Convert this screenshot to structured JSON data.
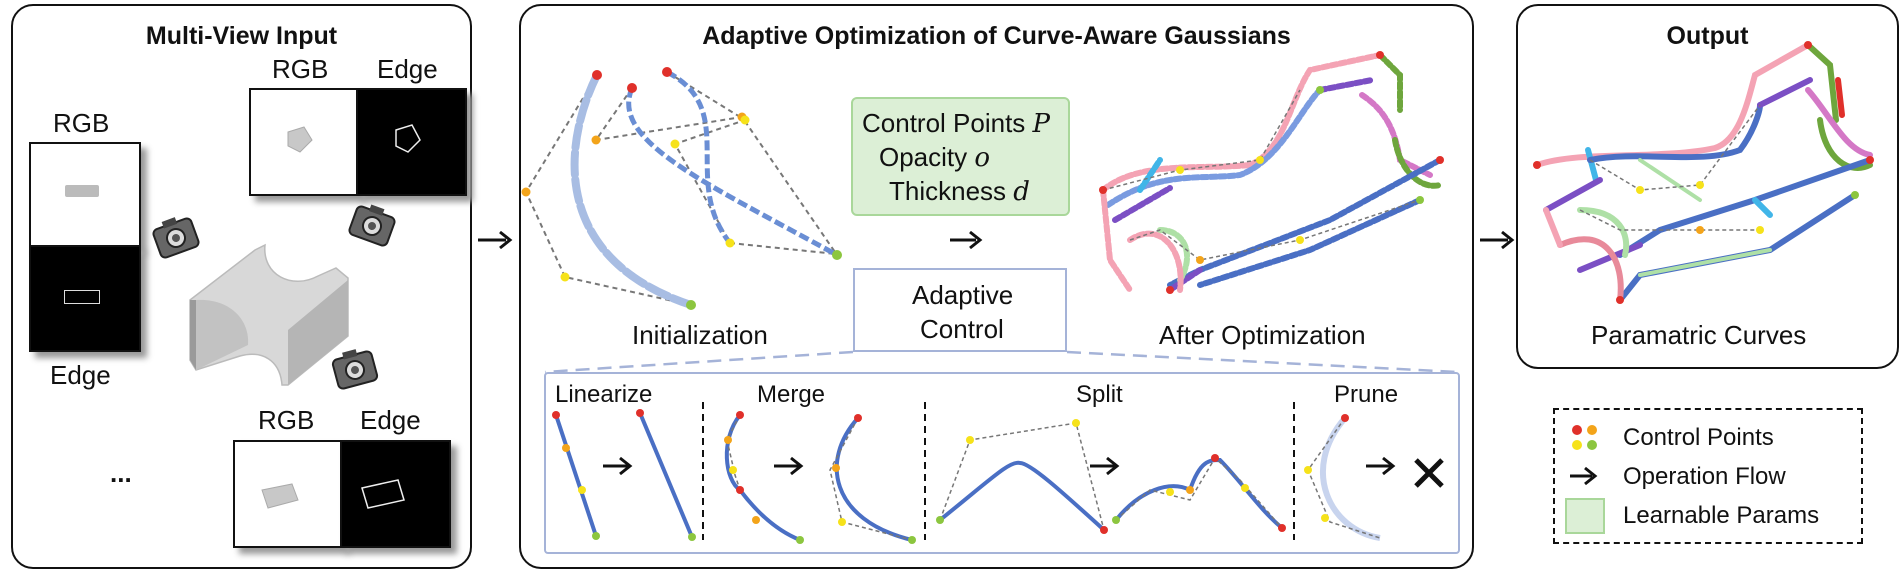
{
  "panels": {
    "input": {
      "title": "Multi-View Input"
    },
    "optimization": {
      "title": "Adaptive Optimization of Curve-Aware Gaussians"
    },
    "output": {
      "title": "Output"
    }
  },
  "views": {
    "rgb_label": "RGB",
    "edge_label": "Edge",
    "ellipsis": "..."
  },
  "optimization": {
    "init_label": "Initialization",
    "after_label": "After Optimization",
    "params": {
      "line1_text": "Control Points",
      "line1_sym": "P",
      "line2_text": "Opacity",
      "line2_sym": "o",
      "line3_text": "Thickness",
      "line3_sym": "d"
    },
    "adaptive_line1": "Adaptive",
    "adaptive_line2": "Control",
    "ops": [
      "Linearize",
      "Merge",
      "Split",
      "Prune"
    ]
  },
  "output": {
    "label": "Paramatric Curves"
  },
  "legend": {
    "control_points": "Control Points",
    "operation_flow": "Operation Flow",
    "learnable_params": "Learnable Params"
  },
  "colors": {
    "curve_blue": "#4a6fc4",
    "param_green_fill": "#dcefd6",
    "param_green_border": "#a9d79a",
    "adaptive_border": "#a5b3d8",
    "point_red": "#e0302a",
    "point_orange": "#f3a41a",
    "point_yellow": "#f6e21a",
    "point_green": "#8cc63f"
  }
}
